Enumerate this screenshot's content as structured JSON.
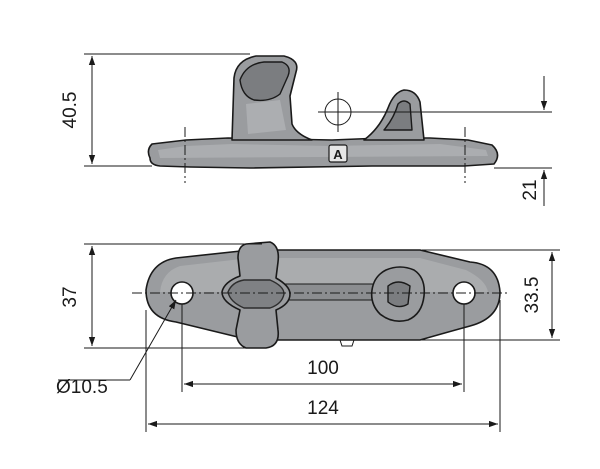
{
  "dimensions": {
    "side_height": "40.5",
    "side_offset": "21",
    "width": "37",
    "hole_spacing_width": "33.5",
    "hole_diameter": "Ø10.5",
    "hole_spacing": "100",
    "overall_length": "124"
  },
  "marking": "A",
  "colors": {
    "part_fill": "#9a9c9f",
    "part_shadow": "#7b7d80",
    "line": "#1a1a1a"
  }
}
